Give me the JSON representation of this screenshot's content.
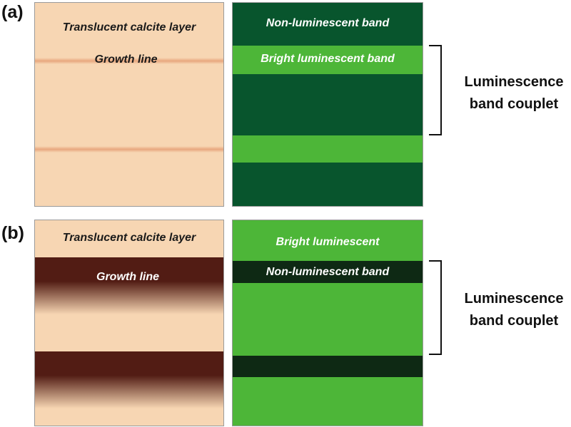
{
  "panel_a": {
    "label": "(a)",
    "left_text": "Translucent calcite layer",
    "growth_line_label": "Growth line",
    "top_band_label": "Non-luminescent band",
    "bright_band_label": "Bright luminescent band",
    "couplet_label_line1": "Luminescence",
    "couplet_label_line2": "band couplet"
  },
  "panel_b": {
    "label": "(b)",
    "left_text": "Translucent calcite layer",
    "growth_line_label": "Growth line",
    "top_band_label": "Bright luminescent",
    "dark_band_label": "Non-luminescent band",
    "couplet_label_line1": "Luminescence",
    "couplet_label_line2": "band couplet"
  },
  "colors": {
    "calcite": "#f7d6b3",
    "growth_line_a": "#e8a77e",
    "growth_line_b": "#521c14",
    "dark_green": "#08552d",
    "bright_green": "#4db638",
    "very_dark_green": "#0e2914"
  }
}
